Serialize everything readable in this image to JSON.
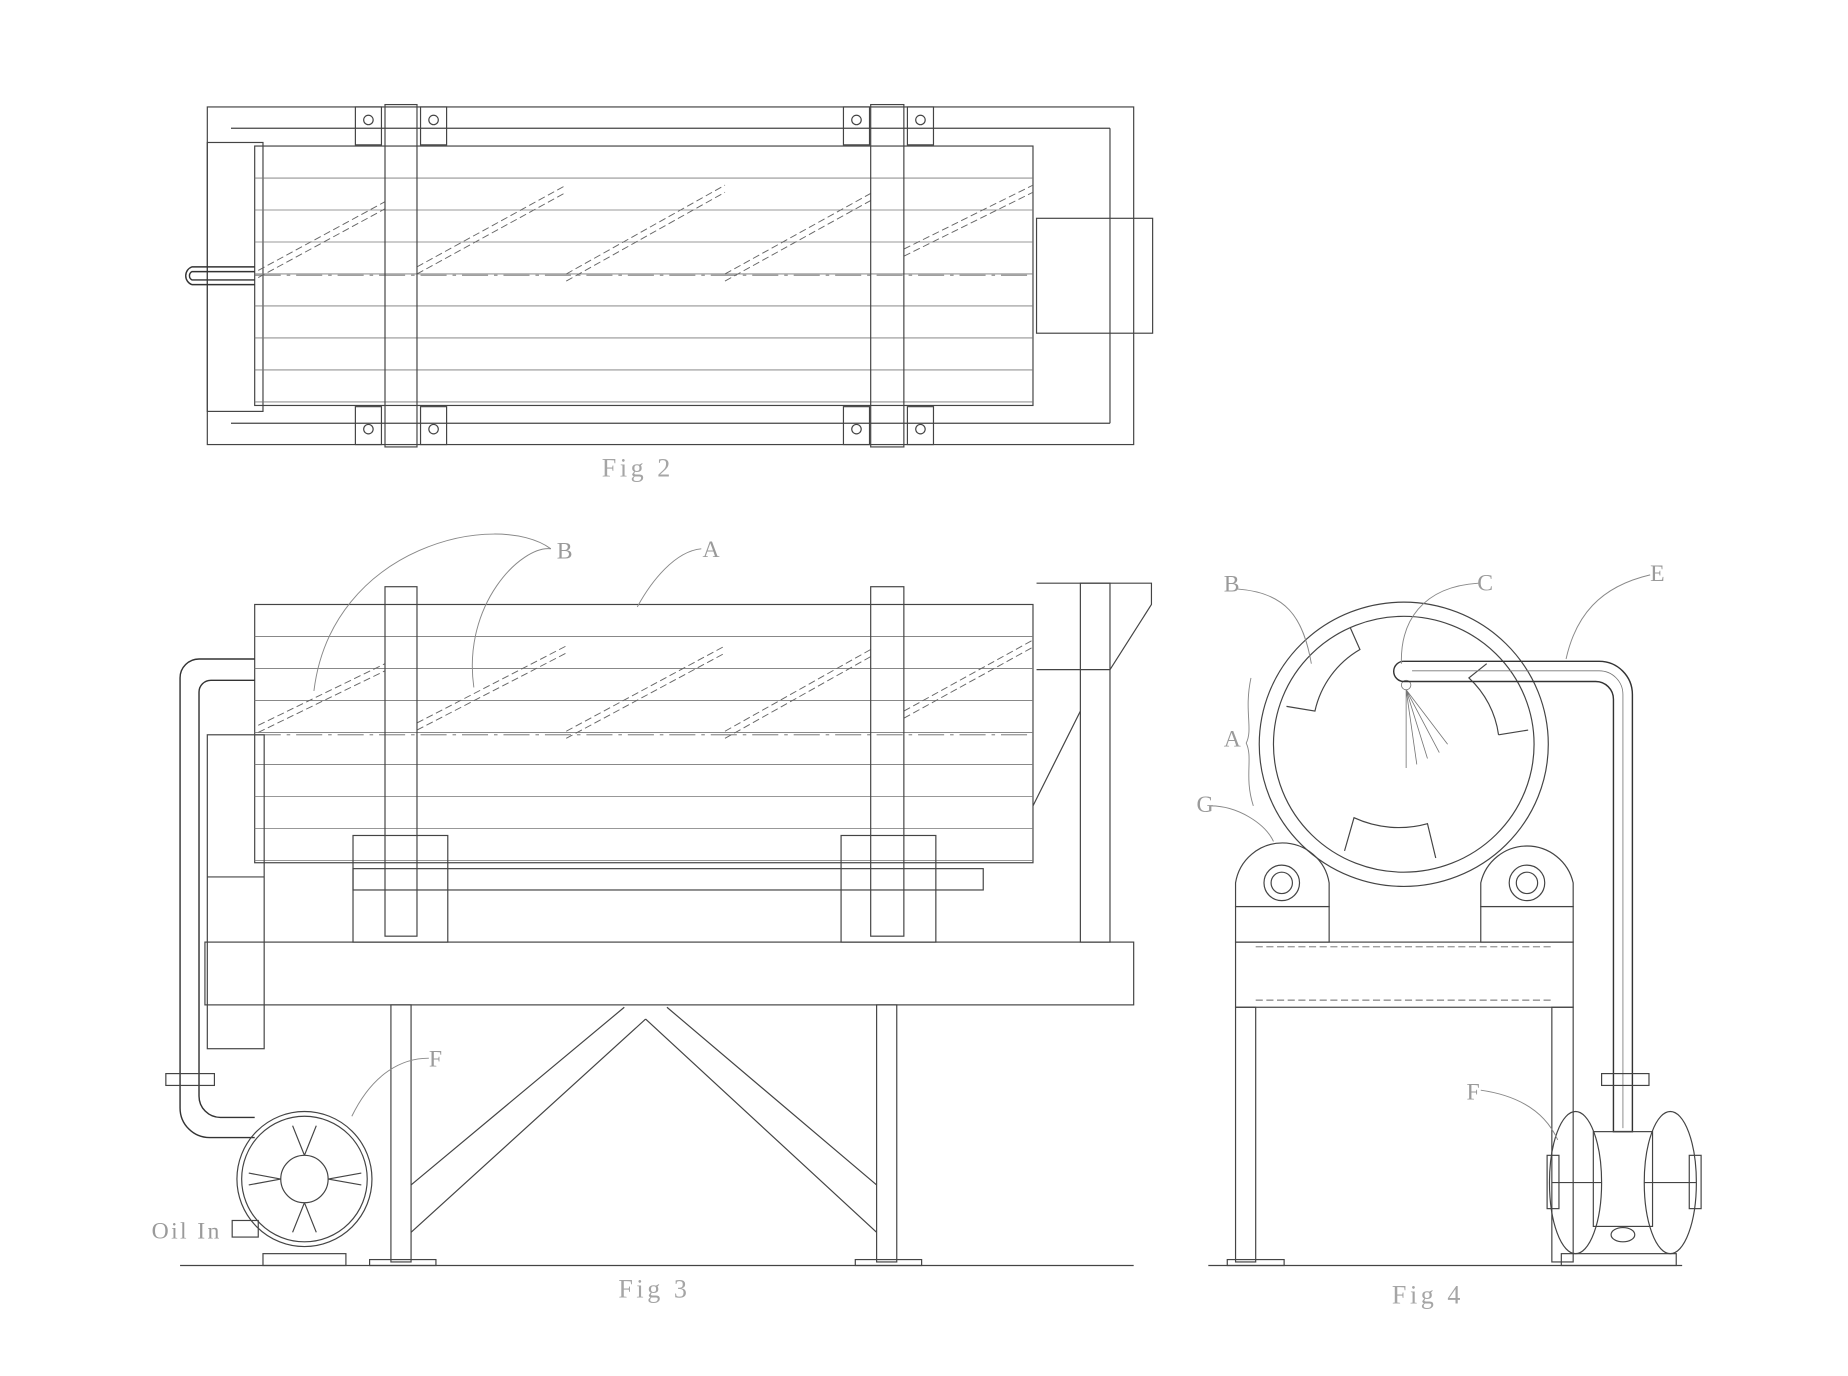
{
  "figures": {
    "fig2": {
      "caption": "Fig 2"
    },
    "fig3": {
      "caption": "Fig 3",
      "labels": {
        "b": "B",
        "a": "A",
        "f": "F",
        "oil_in": "Oil In"
      }
    },
    "fig4": {
      "caption": "Fig 4",
      "labels": {
        "b": "B",
        "c": "C",
        "e": "E",
        "a": "A",
        "g": "G",
        "f": "F"
      }
    }
  },
  "colors": {
    "line": "#444444",
    "label": "#9a9a9a"
  }
}
